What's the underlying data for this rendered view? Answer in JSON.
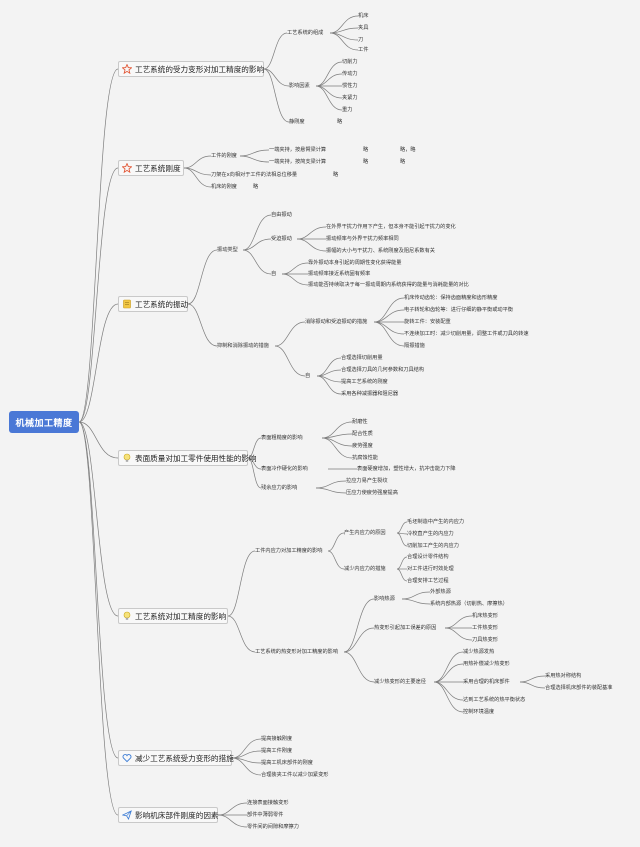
{
  "root": "机械加工精度",
  "branches": [
    {
      "label": "工艺系统的受力变形对加工精度的影响",
      "icon": "star-icon"
    },
    {
      "label": "工艺系统刚度",
      "icon": "star-icon"
    },
    {
      "label": "工艺系统的振动",
      "icon": "notebook-icon"
    },
    {
      "label": "表面质量对加工零件使用性能的影响",
      "icon": "lightbulb-icon"
    },
    {
      "label": "工艺系统对加工精度的影响",
      "icon": "lightbulb-icon"
    },
    {
      "label": "减少工艺系统受力变形的措施",
      "icon": "heart-icon"
    },
    {
      "label": "影响机床部件刚度的因素",
      "icon": "paper-plane-icon"
    }
  ],
  "nodes": [
    "工艺系统的组成",
    "机床",
    "夹具",
    "刀",
    "工件",
    "影响因素",
    "切削力",
    "传动力",
    "惯性力",
    "夹紧力",
    "重力",
    "静刚度",
    "略",
    "工件的刚度",
    "一端夹持，按悬臂梁计算",
    "略",
    "略，略",
    "一端夹持，按简支梁计算",
    "略",
    "略",
    "刀架在x向相对于工件的法相总位移量",
    "略",
    "机床的刚度",
    "略",
    "振动类型",
    "自由振动",
    "受迫振动",
    "在外界干扰力作用下产生，但本身不能引起干扰力的变化",
    "振动频率与外界干扰力频率相同",
    "振幅的大小与干扰力、系统刚度及阻尼系数有关",
    "自",
    "靠外振动本身引起的周期性变化获得能量",
    "振动频率接近系统固有频率",
    "振动能否持续取决于每一振动周期内系统获得的能量与消耗能量的对比",
    "抑制和消除振动的措施",
    "消除振动和受迫振动的措施",
    "机床传动齿轮：保持齿面精度和齿形精度",
    "电子转轮和齿轮等：进行仔细的静平衡或动平衡",
    "旋转工件：安装配重",
    "不连续加工时：减少切削用量，调整工件或刀具的转速",
    "隔振措施",
    "自",
    "合理选择切削用量",
    "合理选择刀具的几何参数和刀具结构",
    "提高工艺系统的刚度",
    "采用各种减振器和阻尼器",
    "表面粗糙度的影响",
    "耐磨性",
    "配合性质",
    "疲劳强度",
    "抗腐蚀性能",
    "表面冷作硬化的影响",
    "表面硬度增加，塑性增大，抗冲击能力下降",
    "残余应力的影响",
    "拉应力易产生裂纹",
    "压应力使疲劳强度提高",
    "工件内应力对加工精度的影响",
    "产生内应力的原因",
    "毛坯制造中产生的内应力",
    "冷校直产生的内应力",
    "切削加工产生的内应力",
    "减少内应力的措施",
    "合理设计零件结构",
    "对工件进行时效处理",
    "合理安排工艺过程",
    "工艺系统的热变形对加工精度的影响",
    "影响热源",
    "外部热源",
    "系统内部热源（切削热、摩擦热）",
    "热变形引起加工误差的原因",
    "机床热变形",
    "工件热变形",
    "刀具热变形",
    "减少热变形的主要途径",
    "减少热源发热",
    "用热补偿减少热变形",
    "采用合理的机床部件",
    "采用热对称结构",
    "合理选择机床部件的装配基准",
    "达到工艺系统的热平衡状态",
    "控制环境温度",
    "提高接触刚度",
    "提高工件刚度",
    "提高工机床部件的刚度",
    "合理装夹工件以减少加紧变形",
    "连接表面接触变形",
    "部件中薄弱零件",
    "零件间的间隙和摩擦力"
  ]
}
